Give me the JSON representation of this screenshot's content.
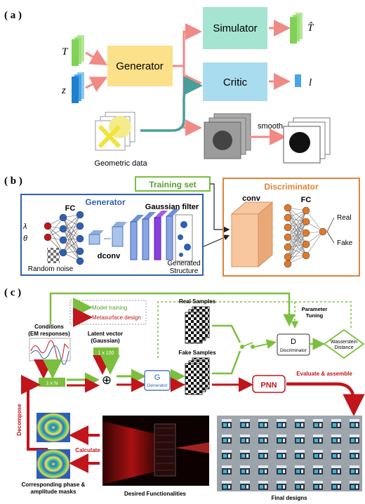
{
  "panel_a": {
    "label": "( a )",
    "input_t": "T",
    "input_z": "z",
    "generator": "Generator",
    "simulator": "Simulator",
    "critic": "Critic",
    "output_that": "T̂",
    "output_l": "l",
    "smooth": "smooth",
    "geometric_data": "Geometric data"
  },
  "panel_b": {
    "label": "( b )",
    "training_set": "Training set",
    "discriminator": "Discriminator",
    "generator": "Generator",
    "fc1": "FC",
    "fc2": "FC",
    "conv": "conv",
    "gaussian_filter": "Gaussian filter",
    "dconv": "dconv",
    "lambda": "λ",
    "theta": "θ",
    "random_noise": "Random noise",
    "generated_structure": "Generated\nStructure",
    "real": "Real",
    "fake": "Fake"
  },
  "panel_c": {
    "label": "( c )",
    "legend_training": "Model training",
    "legend_design": "Metasurface design",
    "conditions": "Conditions\n(EM responses)",
    "latent": "Latent vector\n(Gaussian)",
    "real_samples": "Real Samples",
    "fake_samples": "Fake Samples",
    "param_tuning": "Parameter\nTuning",
    "d_letter": "D",
    "d_name": "Discriminator",
    "wasserstein": "Wasserstein\nDistance",
    "box_1xn": "1 x N",
    "box_1x100": "1 x 100",
    "plus": "⊕",
    "g_letter": "G",
    "g_name": "Generator",
    "pnn": "PNN",
    "evaluate": "Evaluate & assemble",
    "decompose": "Decompose",
    "calculate": "Calculate",
    "phase_masks": "Corresponding phase &\namplitude masks",
    "desired": "Desired Functionalities",
    "final": "Final designs"
  },
  "colors": {
    "green": "#7bbf3e",
    "red": "#c0161c",
    "blue_box": "#2f5fb3",
    "orange_box": "#e0843a",
    "generator_fill": "#fce08a",
    "simulator_fill": "#a6e4d2",
    "critic_fill": "#a9dcef",
    "arrow_pink": "#f08a86",
    "teal": "#4a9e9a"
  }
}
